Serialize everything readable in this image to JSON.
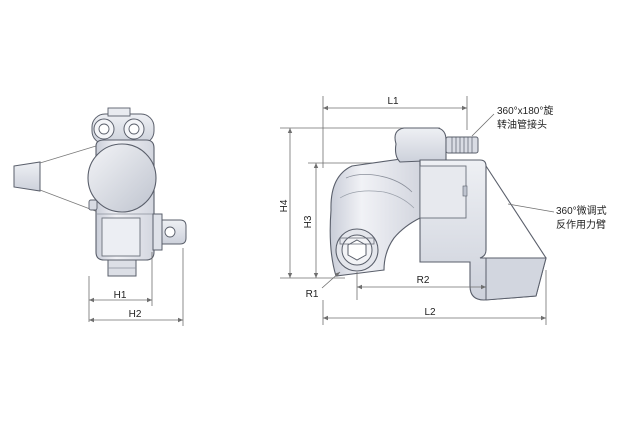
{
  "dimensions": {
    "h1": "H1",
    "h2": "H2",
    "l1": "L1",
    "l2": "L2",
    "h3": "H3",
    "h4": "H4",
    "r1": "R1",
    "r2": "R2"
  },
  "annotations": {
    "swivel_line1": "360°x180°旋",
    "swivel_line2": "转油管接头",
    "reaction_line1": "360°微调式",
    "reaction_line2": "反作用力臂"
  },
  "colors": {
    "body_fill": "#e6e8ef",
    "body_fill_dark": "#cfd3de",
    "outline": "#5a5f6b",
    "dim_line": "#6f6f6f"
  }
}
